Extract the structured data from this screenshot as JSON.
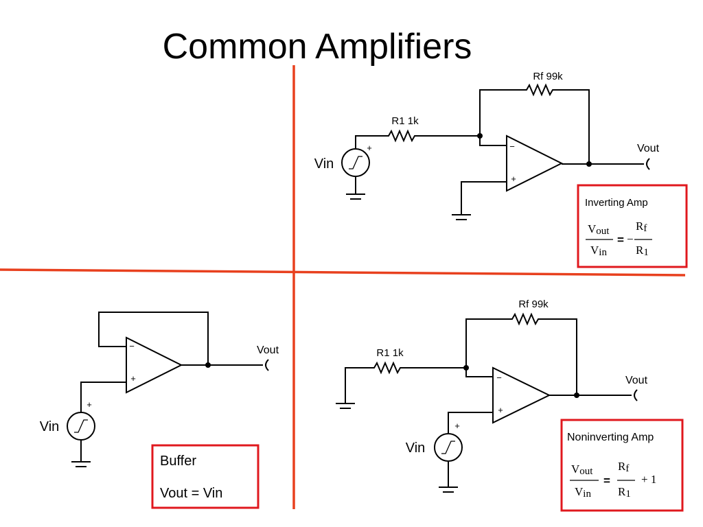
{
  "title": "Common Amplifiers",
  "colors": {
    "divider": "#e8401e",
    "box": "#e0181e"
  },
  "inverting": {
    "rf_label": "Rf 99k",
    "r1_label": "R1 1k",
    "vin_label": "Vin",
    "vout_label": "Vout",
    "plus": "+",
    "minus": "−",
    "box_title": "Inverting Amp",
    "formula": {
      "num_v": "V",
      "num_sub": "out",
      "den_v": "V",
      "den_sub": "in",
      "eq": "=",
      "sign": "−",
      "rnum": "R",
      "rnum_sub": "f",
      "rden": "R",
      "rden_sub": "1"
    }
  },
  "buffer": {
    "vin_label": "Vin",
    "vout_label": "Vout",
    "plus": "+",
    "minus": "−",
    "box_title": "Buffer",
    "box_eq": "Vout = Vin"
  },
  "noninverting": {
    "rf_label": "Rf 99k",
    "r1_label": "R1 1k",
    "vin_label": "Vin",
    "vout_label": "Vout",
    "plus": "+",
    "minus": "−",
    "box_title": "Noninverting Amp",
    "formula": {
      "num_v": "V",
      "num_sub": "out",
      "den_v": "V",
      "den_sub": "in",
      "eq": "=",
      "rnum": "R",
      "rnum_sub": "f",
      "rden": "R",
      "rden_sub": "1",
      "plus_one": "+ 1"
    }
  }
}
